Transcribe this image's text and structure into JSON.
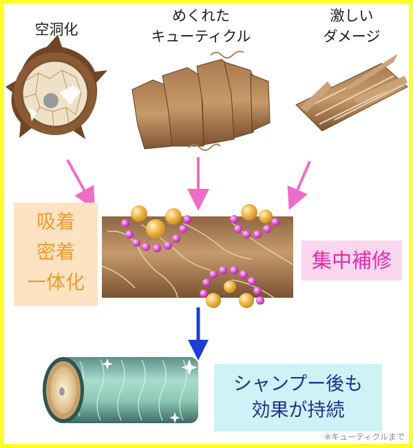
{
  "labels": {
    "hollow": "空洞化",
    "cuticle": "めくれた\nキューティクル",
    "damage": "激しい\nダメージ"
  },
  "effect_box": "吸着\n密着\n一体化",
  "repair_box": "集中補修",
  "result_box": "シャンプー後も\n効果が持続",
  "footnote": "※キューティクルまで",
  "colors": {
    "frame": "#ffff2a",
    "arrow_pink": "#ef6cc8",
    "arrow_blue": "#1b3fd6",
    "hair_brown": "#b58453",
    "effect_text": "#f29a2e",
    "repair_text": "#e52aa8",
    "result_text": "#1f2f8f"
  }
}
